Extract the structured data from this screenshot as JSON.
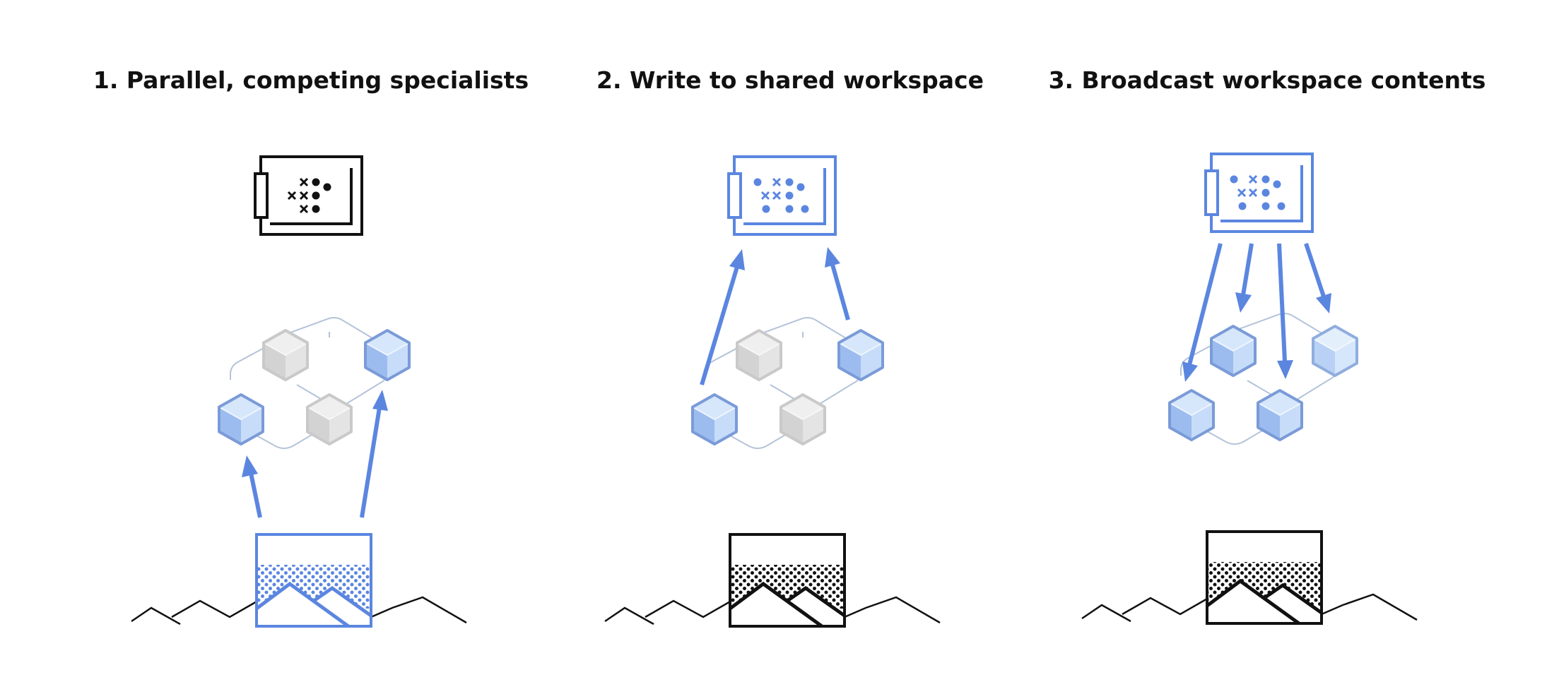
{
  "panels": [
    {
      "title": "1. Parallel, competing specialists"
    },
    {
      "title": "2. Write to shared workspace"
    },
    {
      "title": "3. Broadcast workspace contents"
    }
  ],
  "colors": {
    "accent": "#5b86e0",
    "cube_active_light": "#d6e6fb",
    "cube_active_mid": "#b5d0f7",
    "cube_active_dark": "#9cbcef",
    "cube_inactive_light": "#efefef",
    "cube_inactive_mid": "#e2e2e2",
    "cube_inactive_dark": "#d3d3d3",
    "network_line": "#b4c3da",
    "ink": "#111111"
  },
  "icons": [
    "workspace-board-icon",
    "specialist-cube-icon",
    "input-scene-icon",
    "flow-arrow-icon"
  ]
}
